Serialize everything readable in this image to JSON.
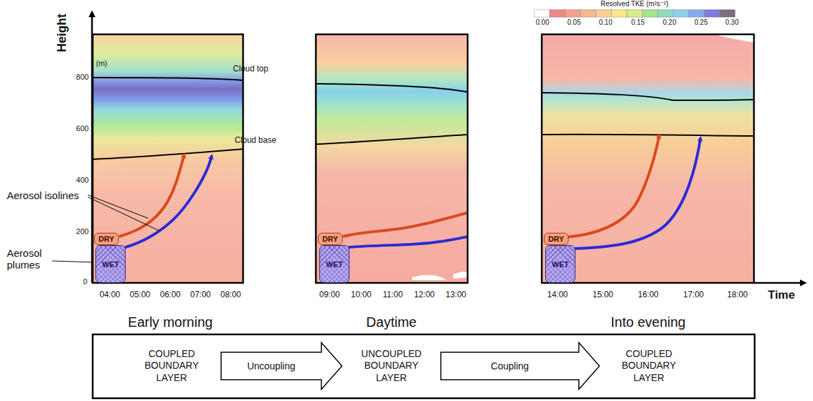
{
  "diagram": {
    "nodes": [
      {
        "text": [
          "DRY"
        ]
      },
      {
        "text": [
          "WET"
        ]
      },
      {
        "text": [
          "DRY"
        ]
      },
      {
        "text": [
          "WET"
        ]
      },
      {
        "text": [
          "DRY"
        ]
      },
      {
        "text": [
          "WET"
        ]
      },
      {
        "text": [
          "COUPLED BOUNDARY LAYER"
        ]
      },
      {
        "text": [
          "UNCOUPLED BOUNDARY LAYER"
        ]
      },
      {
        "text": [
          "COUPLED BOUNDARY LAYER"
        ]
      }
    ],
    "edges": [
      {
        "from": 6,
        "to": 7,
        "label": "Uncoupling",
        "arrow": "to"
      },
      {
        "from": 7,
        "to": 8,
        "label": "Coupling",
        "arrow": "to"
      }
    ],
    "labels": [
      "Height",
      "(m)",
      "800",
      "600",
      "400",
      "200",
      "0",
      "Cloud top",
      "Cloud base",
      "Aerosol isolines",
      "Aerosol plumes",
      "04:00",
      "05:00",
      "06:00",
      "07:00",
      "08:00",
      "09:00",
      "10:00",
      "11:00",
      "12:00",
      "13:00",
      "14:00",
      "15:00",
      "16:00",
      "17:00",
      "18:00",
      "Time",
      "Early morning",
      "Daytime",
      "Into evening",
      "Resolved TKE (m²s⁻²)",
      "0.00",
      "0.05",
      "0.10",
      "0.15",
      "0.20",
      "0.25",
      "0.30"
    ]
  }
}
